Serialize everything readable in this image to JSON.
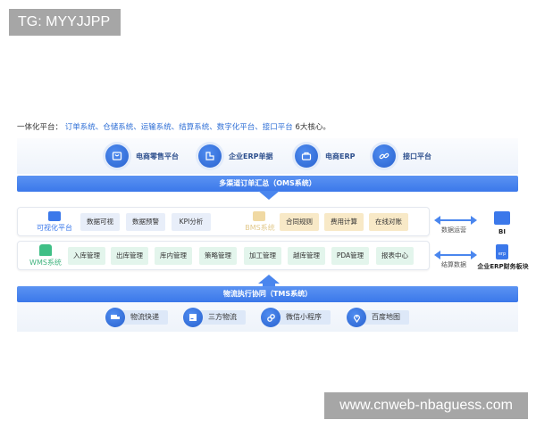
{
  "watermarks": {
    "top_left": "TG: MYYJJPP",
    "bottom_right": "www.cnweb-nbaguess.com"
  },
  "intro": {
    "prefix": "一体化平台：",
    "highlight": "订单系统、仓储系统、运输系统、结算系统、数字化平台、接口平台",
    "suffix": " 6大核心。"
  },
  "platforms": [
    {
      "label": "电商零售平台",
      "icon": "shopping-bag-icon"
    },
    {
      "label": "企业ERP单据",
      "icon": "erp-building-icon"
    },
    {
      "label": "电商ERP",
      "icon": "ecommerce-erp-icon"
    },
    {
      "label": "接口平台",
      "icon": "link-icon"
    }
  ],
  "oms_bar": "多渠道订单汇总（OMS系统）",
  "visual_panel": {
    "title": "可视化平台",
    "chips": [
      "数据可视",
      "数据预警",
      "KPI分析"
    ]
  },
  "bms_panel": {
    "title": "BMS系统",
    "chips": [
      "合同规则",
      "费用计算",
      "在线对账"
    ]
  },
  "wms_panel": {
    "title": "WMS系统",
    "chips": [
      "入库管理",
      "出库管理",
      "库内管理",
      "策略管理",
      "加工管理",
      "越库管理",
      "PDA管理",
      "报表中心"
    ]
  },
  "side": {
    "top_arrow_label": "数据运营",
    "top_target": "BI",
    "bottom_arrow_label": "结算数据",
    "bottom_target": "企业ERP财务板块",
    "erp_icon_text": "erp"
  },
  "tms_bar": "物流执行协同（TMS系统）",
  "tms_items": [
    {
      "label": "物流快递",
      "icon": "truck-icon"
    },
    {
      "label": "三方物流",
      "icon": "box-icon"
    },
    {
      "label": "微信小程序",
      "icon": "mini-program-icon"
    },
    {
      "label": "百度地图",
      "icon": "map-pin-icon"
    }
  ],
  "colors": {
    "primary_blue": "#3b78ea",
    "highlight_text": "#2f6fd6",
    "bms_gold": "#f8e9c7",
    "wms_green": "#e3f5ec",
    "visual_blue": "#e8eef9"
  }
}
